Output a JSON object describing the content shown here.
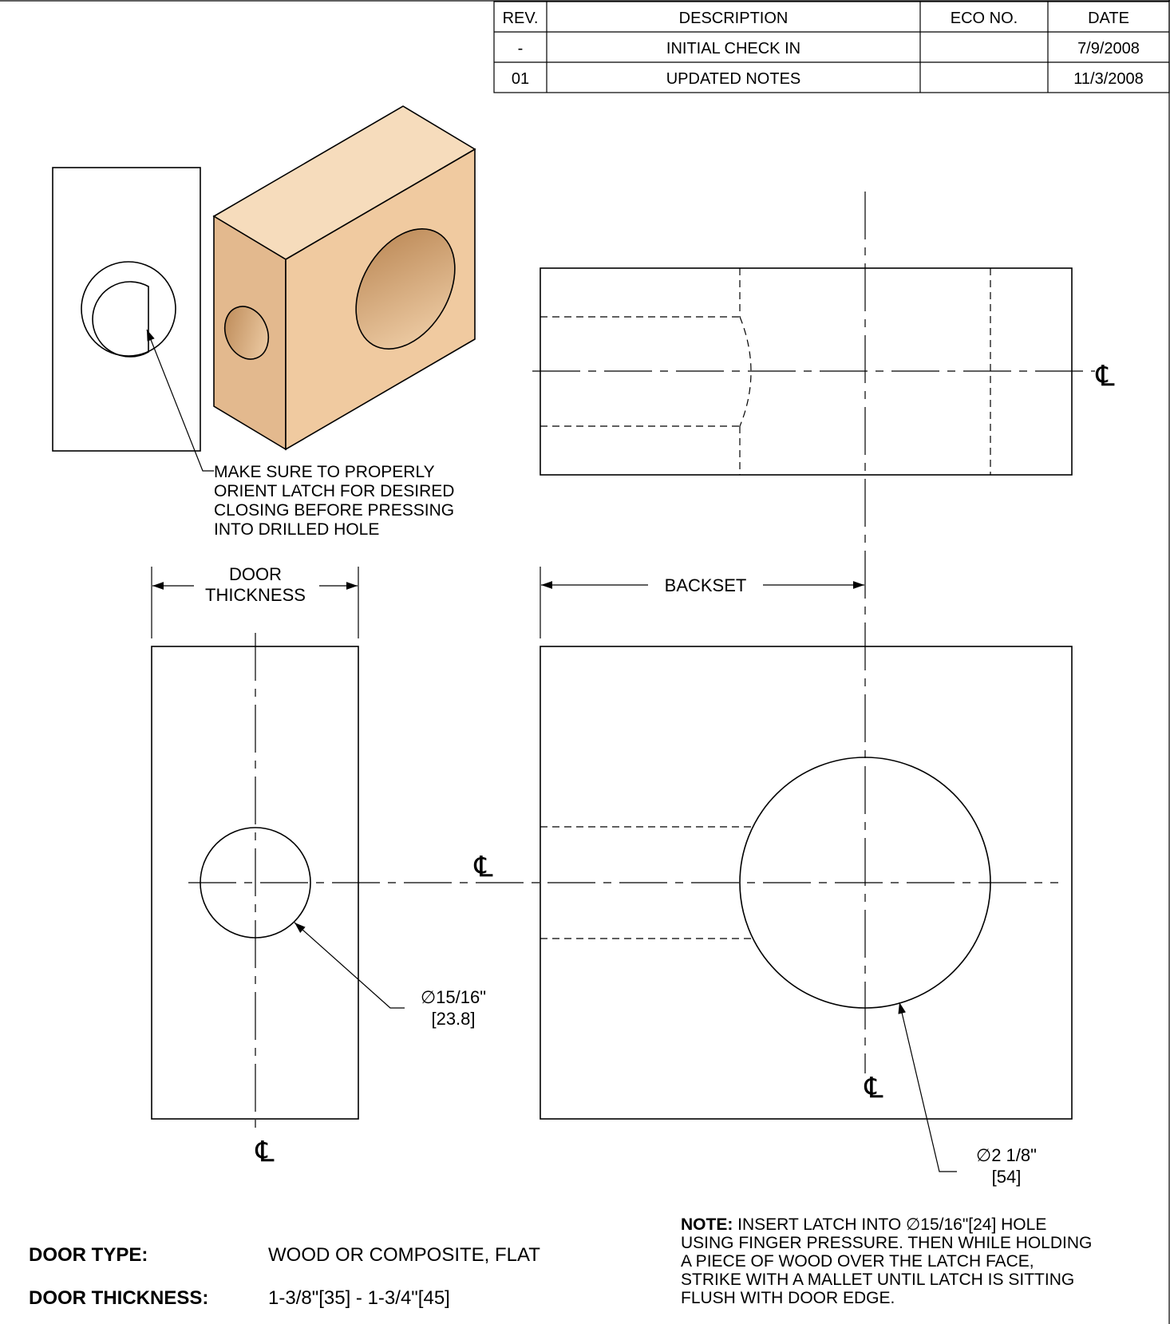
{
  "revision_table": {
    "headers": [
      "REV.",
      "DESCRIPTION",
      "ECO NO.",
      "DATE"
    ],
    "rows": [
      {
        "rev": "-",
        "description": "INITIAL CHECK IN",
        "eco": "",
        "date": "7/9/2008"
      },
      {
        "rev": "01",
        "description": "UPDATED NOTES",
        "eco": "",
        "date": "11/3/2008"
      }
    ]
  },
  "callout_orient": [
    "MAKE SURE TO PROPERLY",
    "ORIENT LATCH FOR DESIRED",
    "CLOSING BEFORE PRESSING",
    "INTO DRILLED HOLE"
  ],
  "dimensions": {
    "door_thickness": [
      "DOOR",
      "THICKNESS"
    ],
    "backset": "BACKSET",
    "small_hole": {
      "diameter": "∅15/16\"",
      "metric": "[23.8]"
    },
    "large_hole": {
      "diameter": "∅2 1/8\"",
      "metric": "[54]"
    }
  },
  "centerline_symbol": "℄",
  "note": {
    "label": "NOTE:",
    "lines": [
      " INSERT LATCH INTO ∅15/16\"[24] HOLE",
      "USING FINGER PRESSURE.  THEN WHILE HOLDING",
      "A PIECE OF WOOD OVER THE LATCH FACE,",
      "STRIKE WITH A MALLET UNTIL LATCH IS SITTING",
      "FLUSH WITH DOOR EDGE."
    ]
  },
  "specs": [
    {
      "label": "DOOR TYPE:",
      "value": "WOOD OR COMPOSITE, FLAT"
    },
    {
      "label": "DOOR THICKNESS:",
      "value": "1-3/8\"[35] - 1-3/4\"[45]"
    }
  ],
  "colors": {
    "wood_top": "#f6dcbc",
    "wood_side": "#e3b98e",
    "wood_front": "#f0caa0",
    "hole_shade": "#c9955f"
  }
}
